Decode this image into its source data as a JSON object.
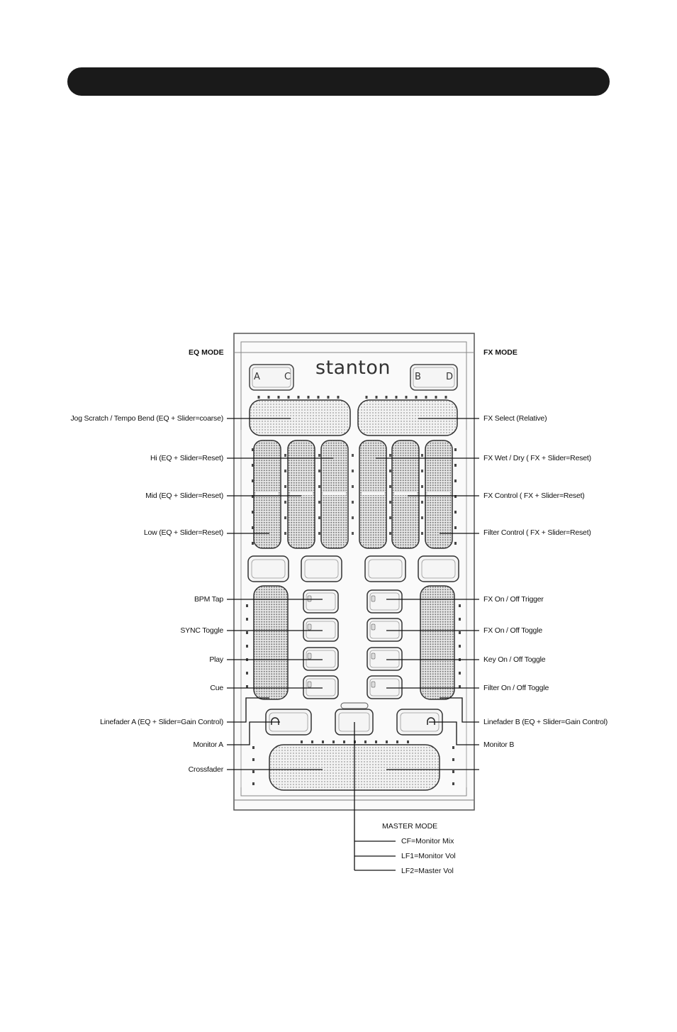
{
  "modes": {
    "eq": "EQ MODE",
    "fx": "FX MODE"
  },
  "brand": "stanton",
  "deck_left": {
    "a": "A",
    "c": "C"
  },
  "deck_right": {
    "b": "B",
    "d": "D"
  },
  "left_labels": [
    "Jog Scratch / Tempo Bend (EQ + Slider=coarse)",
    "Hi (EQ + Slider=Reset)",
    "Mid (EQ + Slider=Reset)",
    "Low (EQ + Slider=Reset)",
    "BPM Tap",
    "SYNC Toggle",
    "Play",
    "Cue",
    "Linefader A (EQ + Slider=Gain Control)",
    "Monitor A",
    "Crossfader"
  ],
  "right_labels": [
    "FX Select (Relative)",
    "FX Wet / Dry ( FX + Slider=Reset)",
    "FX Control ( FX + Slider=Reset)",
    "Filter Control ( FX + Slider=Reset)",
    "FX On / Off Trigger",
    "FX On / Off Toggle",
    "Key On / Off Toggle",
    "Filter On / Off Toggle",
    "Linefader B (EQ + Slider=Gain Control)",
    "Monitor B"
  ],
  "master_mode": {
    "title": "MASTER MODE",
    "items": [
      "CF=Monitor Mix",
      "LF1=Monitor Vol",
      "LF2=Master Vol"
    ]
  }
}
